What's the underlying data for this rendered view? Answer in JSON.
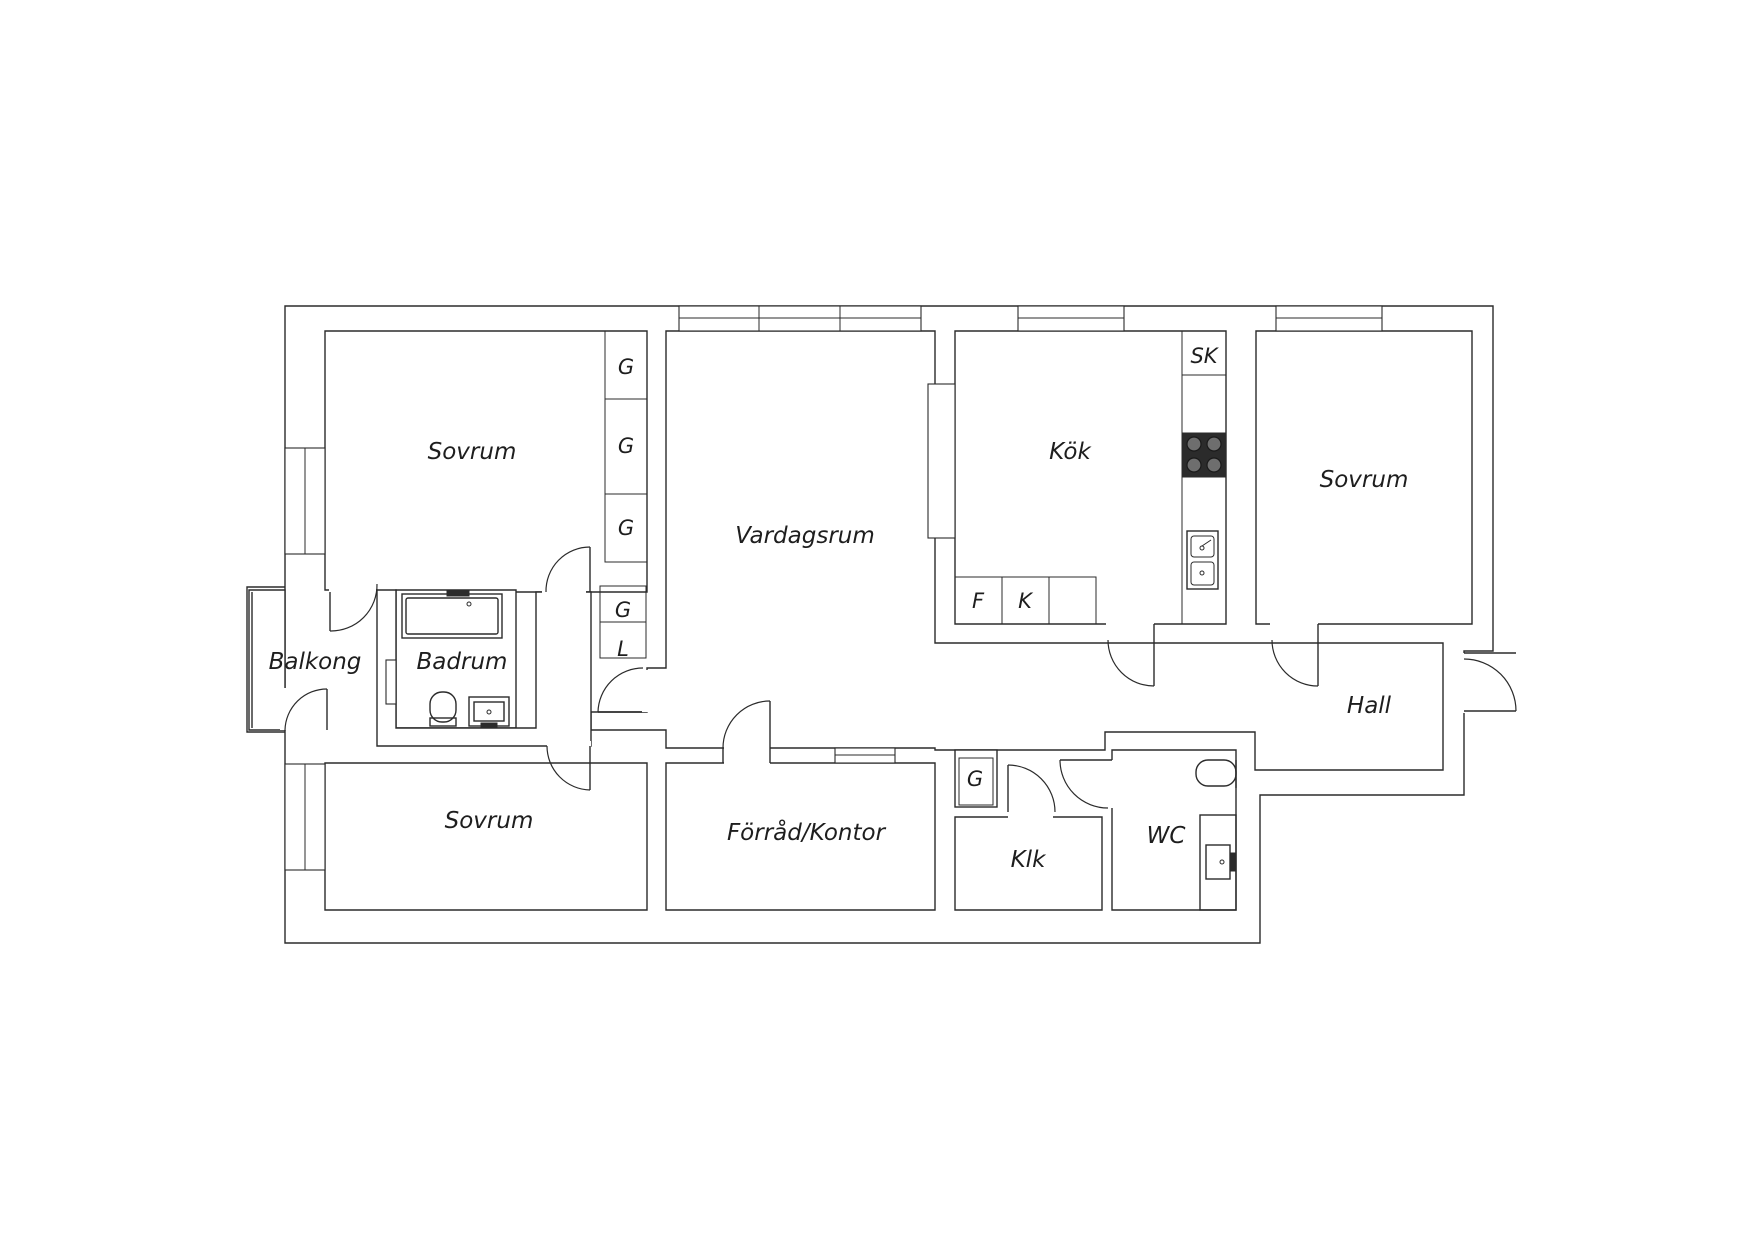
{
  "plan": {
    "rooms": {
      "sovrum_top_left": "Sovrum",
      "vardagsrum": "Vardagsrum",
      "kok": "Kök",
      "sovrum_right": "Sovrum",
      "balkong": "Balkong",
      "badrum": "Badrum",
      "hall": "Hall",
      "sovrum_bottom_left": "Sovrum",
      "forrad_kontor": "Förråd/Kontor",
      "klk": "Klk",
      "wc": "WC"
    },
    "storage": {
      "g1": "G",
      "g2": "G",
      "g3": "G",
      "g4": "G",
      "l": "L",
      "g_klk": "G",
      "sk": "SK",
      "f": "F",
      "k": "K"
    }
  }
}
